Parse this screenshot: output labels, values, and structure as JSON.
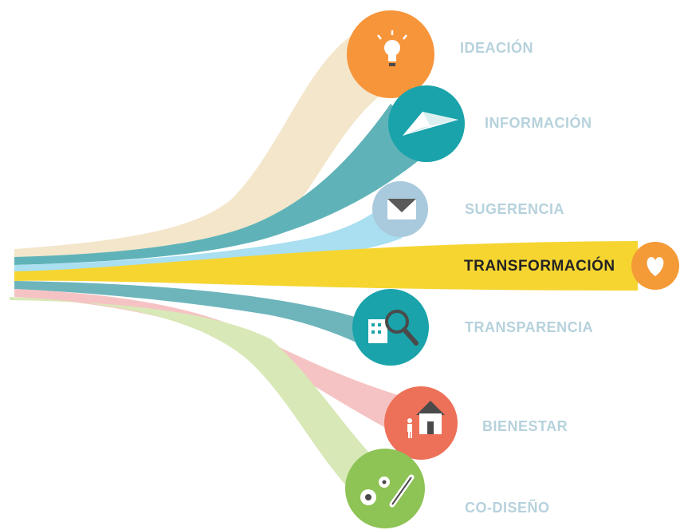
{
  "diagram": {
    "items": [
      {
        "label": "IDEACIÓN",
        "icon": "lightbulb-icon",
        "color": "#f7953b",
        "ribbon": "#f3e6cb",
        "active": false
      },
      {
        "label": "INFORMACIÓN",
        "icon": "paper-plane-icon",
        "color": "#1aa3aa",
        "ribbon": "#5fb3b8",
        "active": false
      },
      {
        "label": "SUGERENCIA",
        "icon": "envelope-icon",
        "color": "#a9c9dc",
        "ribbon": "#a9dff0",
        "active": false
      },
      {
        "label": "TRANSFORMACIÓN",
        "icon": "heart-icon",
        "color": "#f49a36",
        "ribbon": "#f6d530",
        "active": true
      },
      {
        "label": "TRANSPARENCIA",
        "icon": "magnifier-building-icon",
        "color": "#1aa3aa",
        "ribbon": "#6db5bb",
        "active": false
      },
      {
        "label": "BIENESTAR",
        "icon": "house-person-icon",
        "color": "#ed7159",
        "ribbon": "#f6c3c4",
        "active": false
      },
      {
        "label": "CO-DISEÑO",
        "icon": "gears-pencil-icon",
        "color": "#8ec356",
        "ribbon": "#d8e8b6",
        "active": false
      }
    ]
  }
}
